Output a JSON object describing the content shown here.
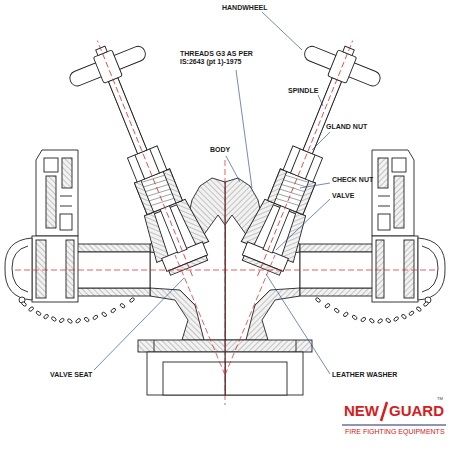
{
  "diagram": {
    "labels": [
      "HANDWHEEL",
      "THREADS G3 AS PER IS:2643 (pt 1)-1975",
      "SPINDLE",
      "GLAND NUT",
      "BODY",
      "CHECK NUT",
      "VALVE",
      "VALVE SEAT",
      "LEATHER WASHER",
      "NEW",
      "GUARD",
      "TM",
      "FIRE FIGHTING EQUIPMENTS"
    ]
  }
}
